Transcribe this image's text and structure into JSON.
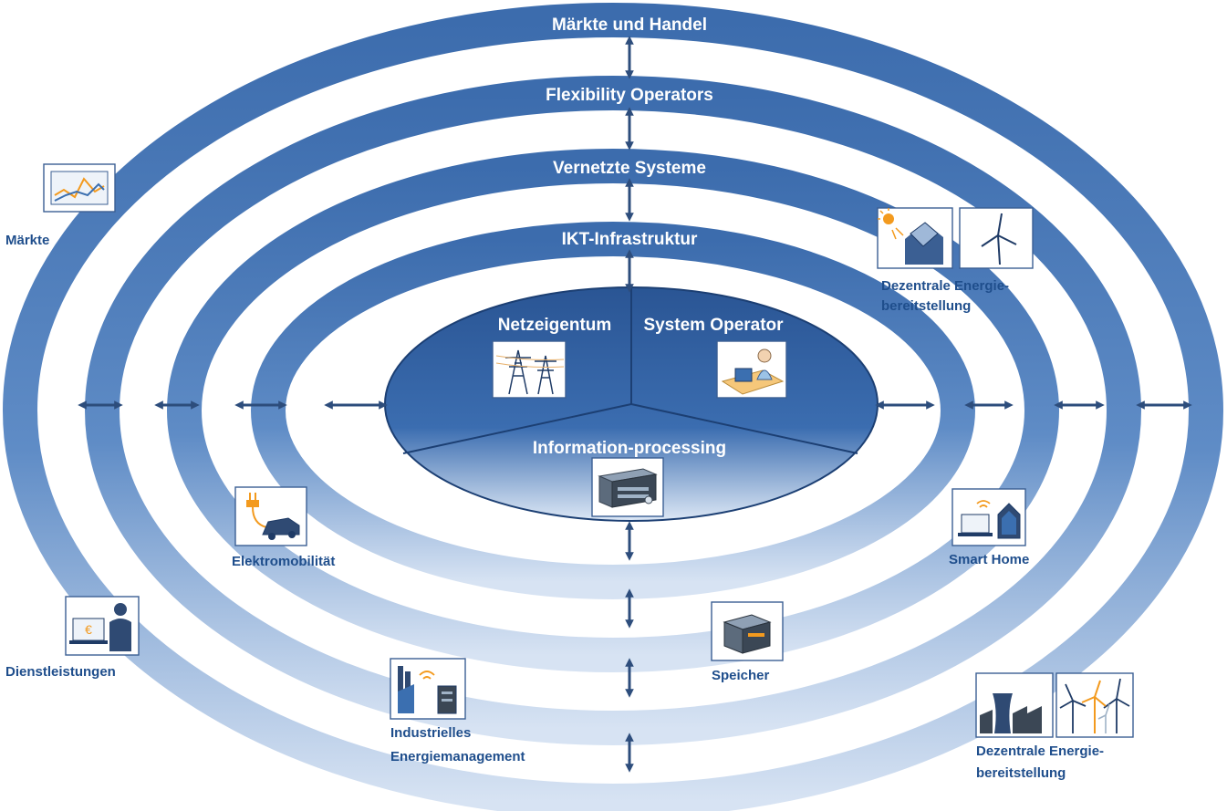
{
  "rings": {
    "ring1": "Märkte und Handel",
    "ring2": "Flexibility Operators",
    "ring3": "Vernetzte Systeme",
    "ring4": "IKT-Infrastruktur"
  },
  "core": {
    "left": "Netzeigentum",
    "right": "System Operator",
    "bottom": "Information-processing"
  },
  "nodes": {
    "maerkte": "Märkte",
    "dezentrale_top_line1": "Dezentrale Energie-",
    "dezentrale_top_line2": "bereitstellung",
    "elektromobilitaet": "Elektromobilität",
    "smart_home": "Smart Home",
    "dienstleistungen": "Dienstleistungen",
    "speicher": "Speicher",
    "industrielles_line1": "Industrielles",
    "industrielles_line2": "Energiemanagement",
    "dezentrale_bottom_line1": "Dezentrale Energie-",
    "dezentrale_bottom_line2": "bereitstellung"
  },
  "colors": {
    "ring_dark": "#3f6fb0",
    "ring_light": "#c9d8ee",
    "core_dark": "#1f4a85",
    "label_blue": "#1f4e8c",
    "accent_orange": "#f39a1e"
  }
}
